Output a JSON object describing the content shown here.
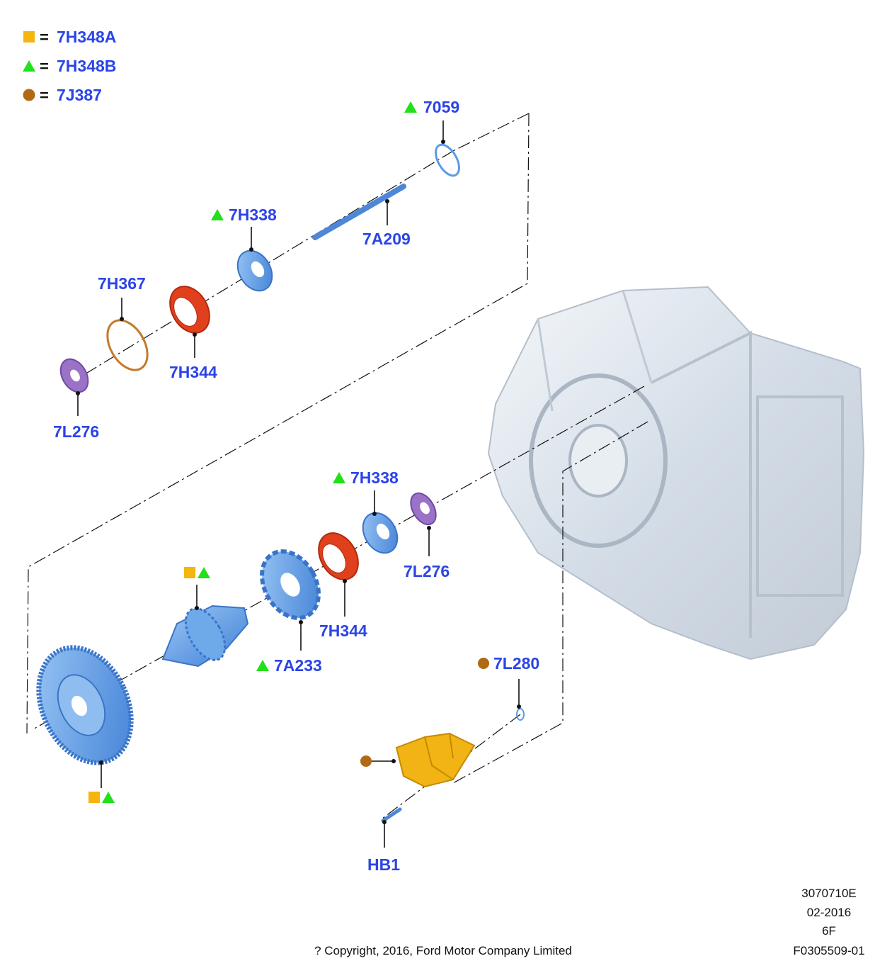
{
  "legend": [
    {
      "symbol": "square",
      "color": "#f5b50f",
      "equals": "=",
      "part": "7H348A"
    },
    {
      "symbol": "triangle",
      "color": "#22e01a",
      "equals": "=",
      "part": "7H348B"
    },
    {
      "symbol": "circle",
      "color": "#b06a14",
      "equals": "=",
      "part": "7J387"
    }
  ],
  "callouts": {
    "snap_ring": "7059",
    "shaft": "7A209",
    "bearing_upper": "7H338",
    "seal_ring": "7H367",
    "race_upper": "7H344",
    "washer_upper": "7L276",
    "bearing_lower": "7H338",
    "washer_lower": "7L276",
    "race_lower": "7H344",
    "gear_7a233": "7A233",
    "clip": "7L280",
    "bolt": "HB1"
  },
  "footer": {
    "copyright": "? Copyright, 2016, Ford Motor Company Limited",
    "ref": "3070710E",
    "date": "02-2016",
    "code": "6F",
    "figure": "F0305509-01"
  },
  "colors": {
    "label": "#2a44e6",
    "part_blue": "#5a9be6",
    "part_red": "#e0401c",
    "part_purple": "#9a72c8",
    "part_yellow": "#f2b414",
    "housing": "#dfe6ee"
  }
}
